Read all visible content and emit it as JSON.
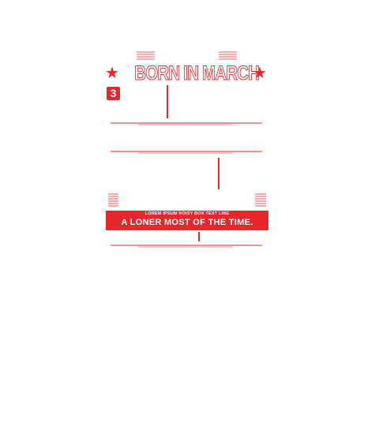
{
  "headline": "BORN IN MARCH",
  "day_number": "3",
  "banner": {
    "line1": "LOREM IPSUM NOISY BOX TEXT LINE",
    "line2": "A LONER MOST OF THE TIME."
  },
  "colors": {
    "accent": "#e8262b",
    "background": "#ffffff"
  },
  "icons": [
    "star-icon",
    "star-icon"
  ]
}
